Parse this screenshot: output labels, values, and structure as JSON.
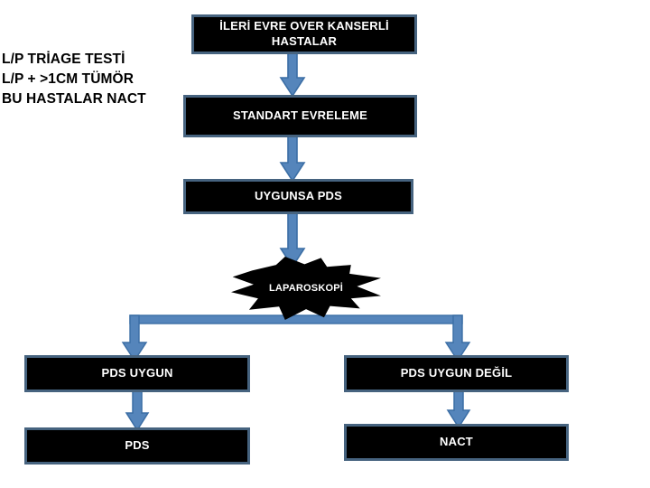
{
  "side_note": {
    "name": "triage-note",
    "text": "L/P TRİAGE TESTİ\nL/P + >1CM  TÜMÖR\nBU HASTALAR NACT"
  },
  "colors": {
    "node_fill": "#000000",
    "node_border": "#46637f",
    "node_text": "#ffffff",
    "arrow": "#5585bb",
    "arrow_outline": "#3b6ea5",
    "background": "#ffffff",
    "note_text": "#000000"
  },
  "nodes": [
    {
      "id": "advanced-stage-ovarian-cancer-patients",
      "label": "İLERİ EVRE OVER KANSERLİ HASTALAR",
      "shape": "rectangle"
    },
    {
      "id": "standard-staging",
      "label": "STANDART EVRELEME",
      "shape": "rectangle"
    },
    {
      "id": "if-suitable-pds",
      "label": "UYGUNSA PDS",
      "shape": "rectangle"
    },
    {
      "id": "laparoscopy",
      "label": "LAPAROSKOPİ",
      "shape": "burst"
    },
    {
      "id": "pds-suitable",
      "label": "PDS  UYGUN",
      "shape": "rectangle"
    },
    {
      "id": "pds-not-suitable",
      "label": "PDS  UYGUN DEĞİL",
      "shape": "rectangle"
    },
    {
      "id": "pds",
      "label": "PDS",
      "shape": "rectangle"
    },
    {
      "id": "nact",
      "label": "NACT",
      "shape": "rectangle"
    }
  ],
  "edges": [
    {
      "from": "advanced-stage-ovarian-cancer-patients",
      "to": "standard-staging",
      "type": "arrow-down"
    },
    {
      "from": "standard-staging",
      "to": "if-suitable-pds",
      "type": "arrow-down"
    },
    {
      "from": "if-suitable-pds",
      "to": "laparoscopy",
      "type": "arrow-down"
    },
    {
      "from": "laparoscopy",
      "to": "pds-suitable",
      "type": "elbow-left"
    },
    {
      "from": "laparoscopy",
      "to": "pds-not-suitable",
      "type": "elbow-right"
    },
    {
      "from": "pds-suitable",
      "to": "pds",
      "type": "arrow-down"
    },
    {
      "from": "pds-not-suitable",
      "to": "nact",
      "type": "arrow-down"
    }
  ]
}
